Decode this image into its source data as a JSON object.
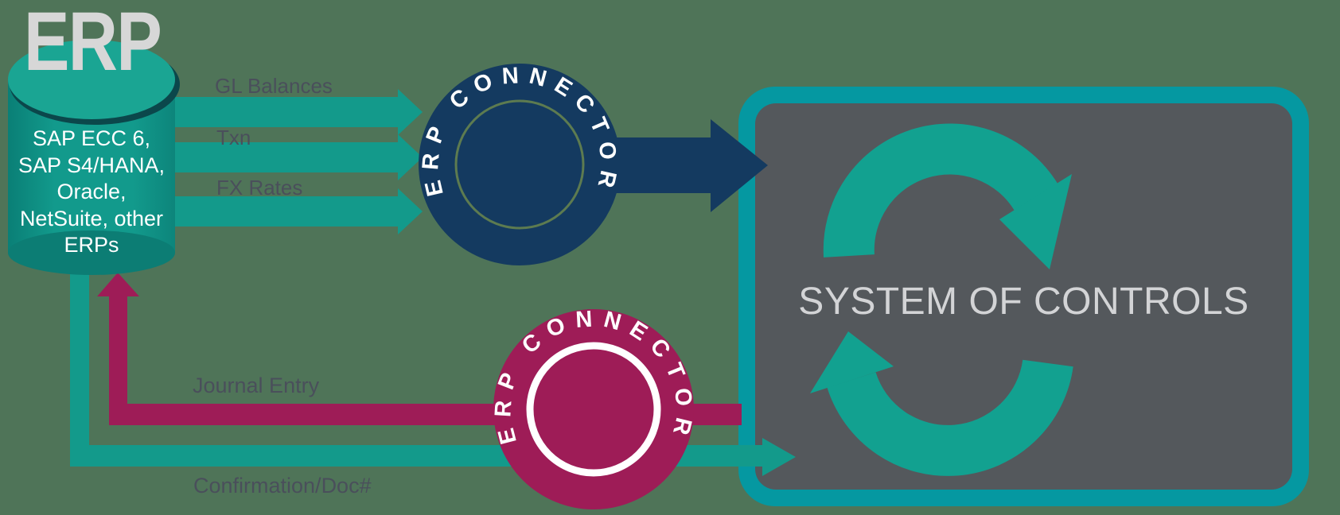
{
  "colors": {
    "bg": "#4f7458",
    "teal": "#139a8b",
    "tealTop": "#1aa593",
    "tealBottom": "#0c7d74",
    "cylShadow": "#0b474b",
    "borderTeal": "#0598a1",
    "cycleTeal": "#12a190",
    "navy": "#143a60",
    "maroon": "#9e1c57",
    "boxGray": "#54585c",
    "titleGray": "#d3d4d6",
    "labelSlate": "#4a4e5c",
    "logoGray": "#d7d7d7",
    "white": "#ffffff",
    "oliveRing": "#5d7b50"
  },
  "erp_source": {
    "logo": "ERP",
    "systems": [
      "SAP ECC 6,",
      "SAP S4/HANA,",
      "Oracle,",
      "NetSuite, other",
      "ERPs"
    ]
  },
  "flows": {
    "gl_balances": "GL Balances",
    "txn": "Txn",
    "fx_rates": "FX Rates",
    "journal_entry": "Journal Entry",
    "confirmation": "Confirmation/Doc#"
  },
  "connectors": {
    "top": "ERP CONNECTOR",
    "bottom": "ERP CONNECTOR"
  },
  "system_box": {
    "title": "SYSTEM OF CONTROLS"
  }
}
